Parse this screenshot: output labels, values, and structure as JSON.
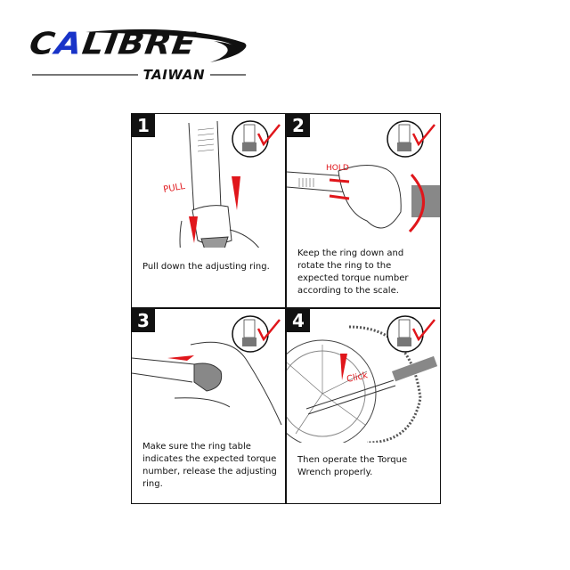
{
  "logo": {
    "brand_prefix": "C",
    "brand_accent": "A",
    "brand_suffix": "LIBRE",
    "subtitle": "TAIWAN",
    "accent_color": "#1833c8"
  },
  "instructions": {
    "steps": [
      {
        "number": "1",
        "label": "PULL",
        "caption": "Pull down the adjusting ring.",
        "icons": [
          "wrench-handle-icon",
          "pull-arrow-icon",
          "check-icon"
        ]
      },
      {
        "number": "2",
        "label": "HOLD",
        "caption": "Keep the ring down and rotate the ring to the expected torque number according to the scale.",
        "icons": [
          "wrench-handle-icon",
          "rotate-arrow-icon",
          "check-icon"
        ]
      },
      {
        "number": "3",
        "label": "",
        "caption": "Make sure the ring table indicates the expected torque number, release the adjusting ring.",
        "icons": [
          "wrench-handle-icon",
          "release-arrow-icon",
          "check-icon"
        ]
      },
      {
        "number": "4",
        "label": "Click",
        "caption": "Then operate the Torque Wrench properly.",
        "icons": [
          "wheel-icon",
          "torque-wrench-icon",
          "check-icon"
        ]
      }
    ],
    "accent_color": "#e0161b"
  }
}
